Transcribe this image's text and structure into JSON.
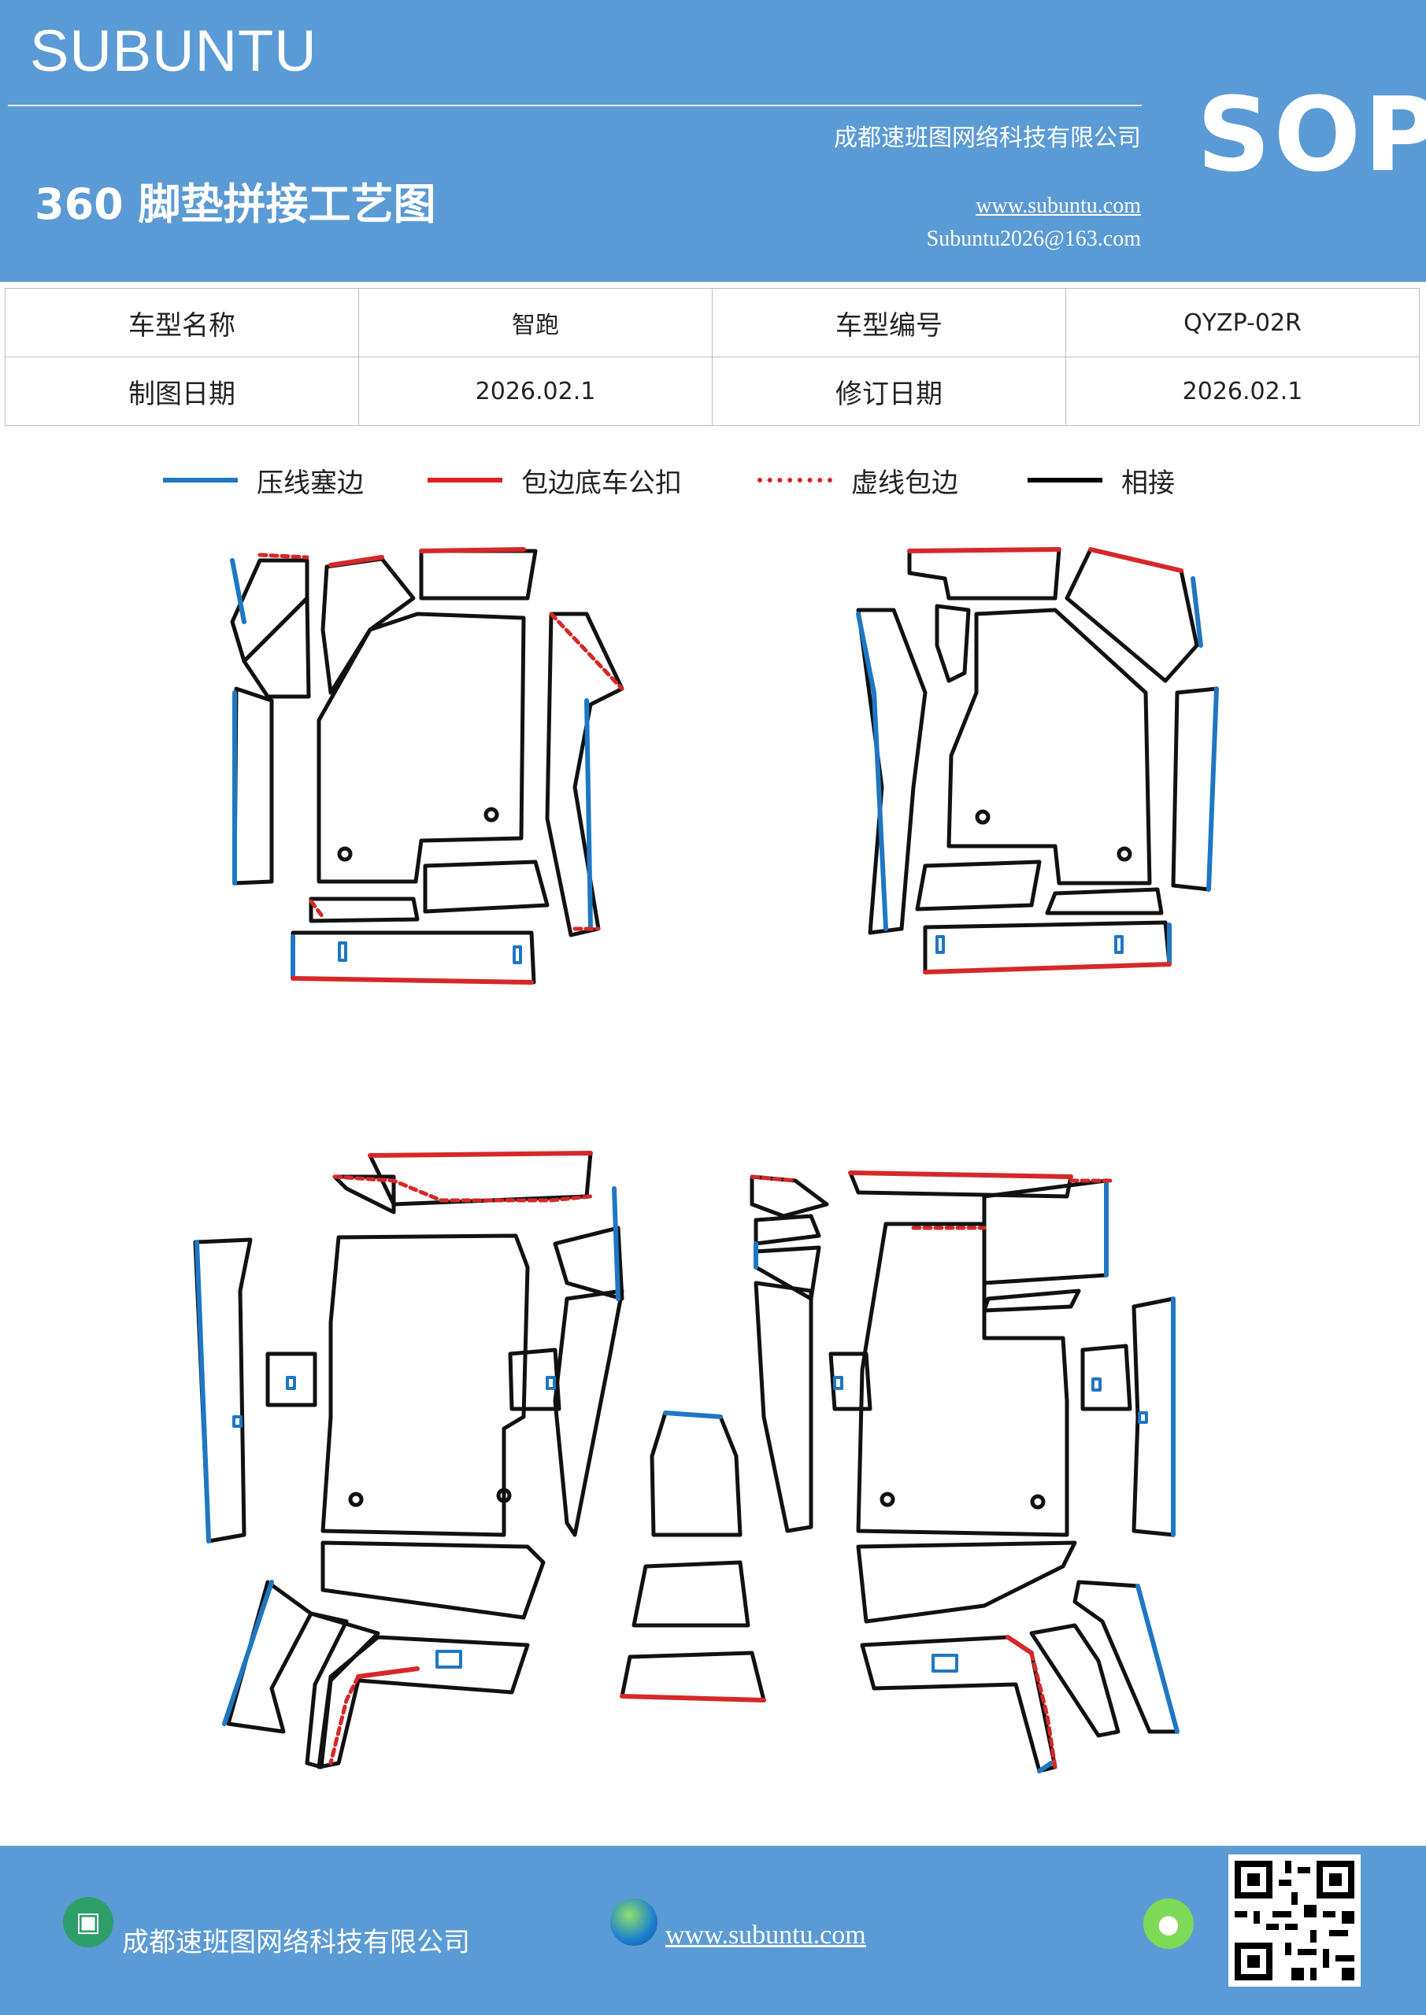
{
  "header": {
    "brand": "SUBUNTU",
    "company": "成都速班图网络科技有限公司",
    "title": "360 脚垫拼接工艺图",
    "website": "www.subuntu.com",
    "email": "Subuntu2026@163.com",
    "badge": "SOP"
  },
  "info_table": {
    "rows": [
      [
        "车型名称",
        "智跑",
        "车型编号",
        "QYZP-02R"
      ],
      [
        "制图日期",
        "2026.02.1",
        "修订日期",
        "2026.02.1"
      ]
    ]
  },
  "legend": {
    "items": [
      {
        "label": "压线塞边",
        "color": "#1f77c4",
        "style": "solid"
      },
      {
        "label": "包边底车公扣",
        "color": "#e02020",
        "style": "solid"
      },
      {
        "label": "虚线包边",
        "color": "#e02020",
        "style": "dotted"
      },
      {
        "label": "相接",
        "color": "#000000",
        "style": "solid"
      }
    ]
  },
  "colors": {
    "header_bg": "#5b9bd5",
    "blue_edge": "#1f77c4",
    "red_edge": "#d62828",
    "black_edge": "#111111"
  },
  "footer": {
    "company": "成都速班图网络科技有限公司",
    "website": "www.subuntu.com"
  }
}
